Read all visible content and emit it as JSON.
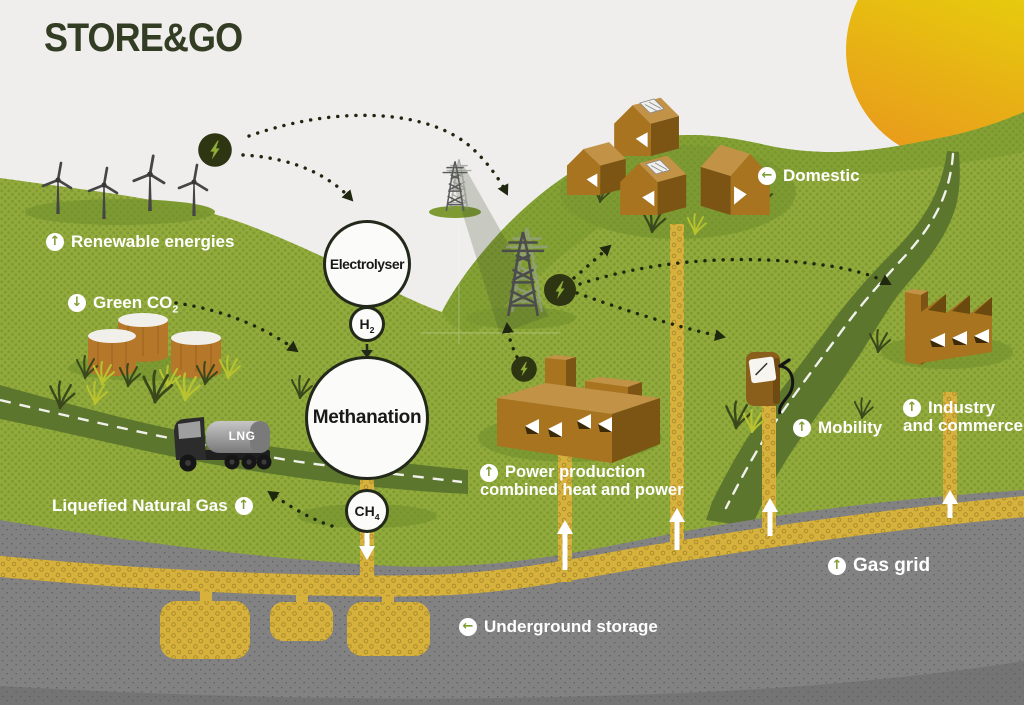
{
  "title": "STORE&GO",
  "icons": {
    "up": "↑",
    "down": "↓",
    "left": "←"
  },
  "process": {
    "electrolyser": "Electrolyser",
    "h2_base": "H",
    "h2_sub": "2",
    "methanation": "Methanation",
    "ch4_base": "CH",
    "ch4_sub": "4"
  },
  "truck": {
    "tank_text": "LNG"
  },
  "labels": {
    "renewable": "Renewable energies",
    "green_co2_base": "Green CO",
    "green_co2_sub": "2",
    "domestic": "Domestic",
    "power_line1": "Power production",
    "power_line2": "combined heat and power",
    "lng": "Liquefied Natural Gas",
    "mobility": "Mobility",
    "industry_line1": "Industry",
    "industry_line2": "and commerce",
    "gas_grid": "Gas grid",
    "underground": "Underground storage"
  },
  "colors": {
    "sky": "#efeeec",
    "green": "#92ab3c",
    "dark_green_road": "#5d762e",
    "brown_building": "#a8741f",
    "pipe_yellow": "#d6b13c",
    "underground_gray": "#828282",
    "sun_yellow": "#e6d60a",
    "sun_orange": "#e8991c",
    "label_white": "#ffffff",
    "title_dark": "#333d24",
    "bolt_green": "#8fac39"
  }
}
